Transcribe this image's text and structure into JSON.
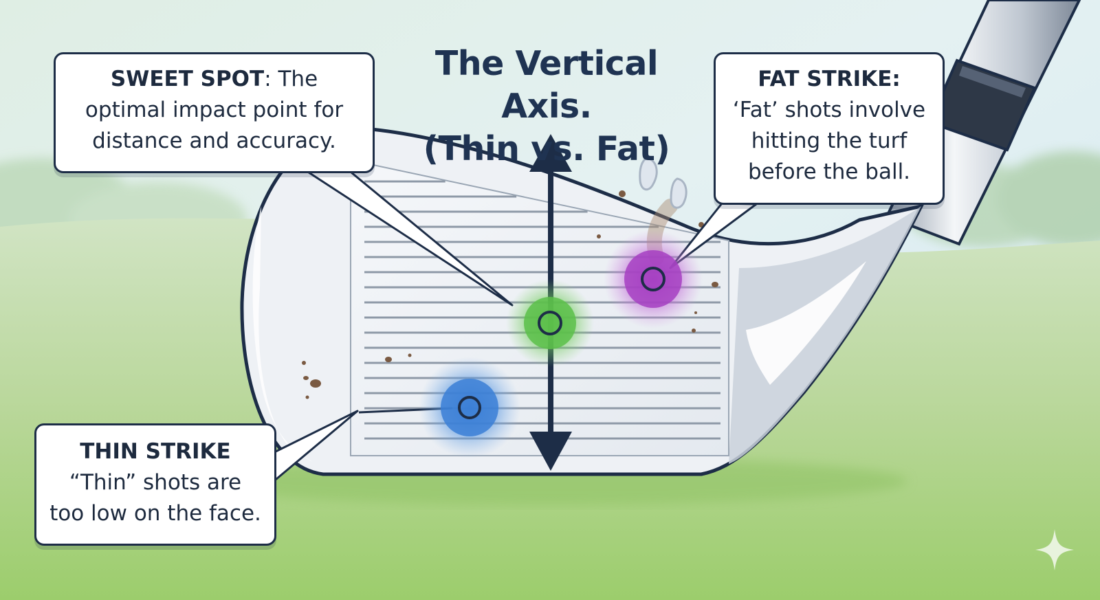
{
  "title": {
    "line1": "The Vertical Axis.",
    "line2": "(Thin vs. Fat)"
  },
  "callouts": {
    "sweet_spot": {
      "heading": "SWEET SPOT",
      "line1_rest": ": The",
      "line2": "optimal impact point for",
      "line3": "distance and accuracy."
    },
    "fat_strike": {
      "heading": "FAT STRIKE:",
      "line2": "‘Fat’ shots involve",
      "line3": "hitting the turf",
      "line4": "before the ball."
    },
    "thin_strike": {
      "heading": "THIN STRIKE",
      "line2": "“Thin” shots are",
      "line3": "too low on the face."
    }
  },
  "colors": {
    "sweet_spot": "#5cc04a",
    "fat_strike": "#a63fc2",
    "thin_strike": "#3b7fd6",
    "outline": "#1d2d47"
  },
  "icons": {
    "watermark": "sparkle-icon"
  }
}
